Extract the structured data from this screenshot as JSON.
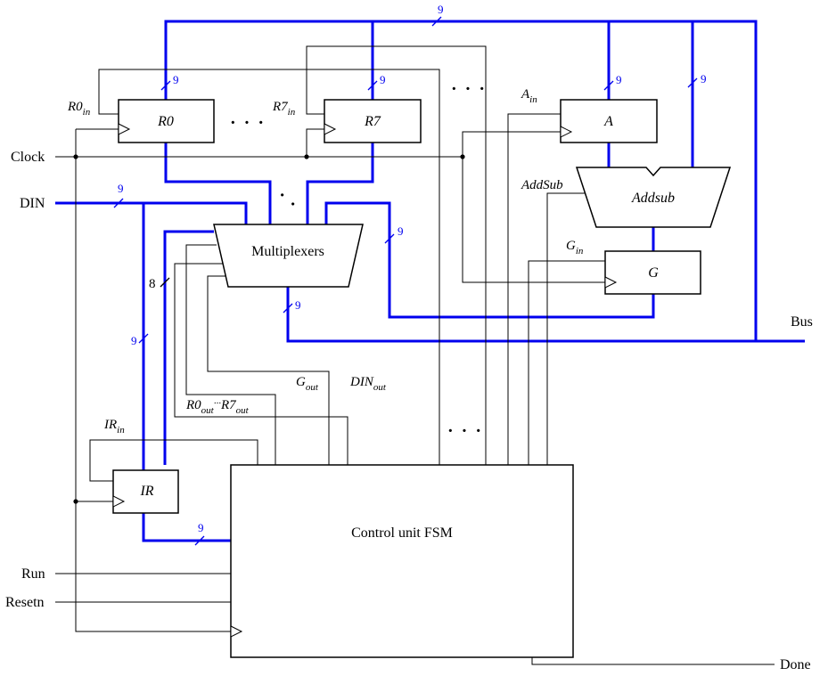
{
  "inputs": {
    "clock": "Clock",
    "din": "DIN",
    "run": "Run",
    "resetn": "Resetn"
  },
  "outputs": {
    "bus": "Bus",
    "done": "Done"
  },
  "blocks": {
    "r0": "R0",
    "r7": "R7",
    "a": "A",
    "addsub": "Addsub",
    "g": "G",
    "ir": "IR",
    "mux": "Multiplexers",
    "fsm": "Control unit FSM"
  },
  "control_signals": {
    "r0_in": {
      "base": "R0",
      "sub": "in"
    },
    "r7_in": {
      "base": "R7",
      "sub": "in"
    },
    "a_in": {
      "base": "A",
      "sub": "in"
    },
    "addsub": "AddSub",
    "g_in": {
      "base": "G",
      "sub": "in"
    },
    "ir_in": {
      "base": "IR",
      "sub": "in"
    },
    "g_out": {
      "base": "G",
      "sub": "out"
    },
    "din_out": {
      "base": "DIN",
      "sub": "out"
    },
    "r0_out": {
      "base": "R0",
      "sub": "out"
    },
    "r_out_dots": "···",
    "r7_out": {
      "base": "R7",
      "sub": "out"
    }
  },
  "bus_widths": {
    "bus_top": "9",
    "r0_in": "9",
    "r7_in": "9",
    "a_in": "9",
    "addsub_in": "9",
    "din": "9",
    "g_to_mux": "9",
    "mux_out": "9",
    "ir_in": "9",
    "ir_out": "9",
    "mux_select": "8"
  },
  "ellipses": {
    "registers": "· · ·",
    "top": "· · ·",
    "bottom": "· · ·",
    "mux_inputs": "· ·"
  },
  "colors": {
    "bus_wire": "#0000ee",
    "control_wire": "#000000",
    "block_fill": "#ffffff"
  }
}
